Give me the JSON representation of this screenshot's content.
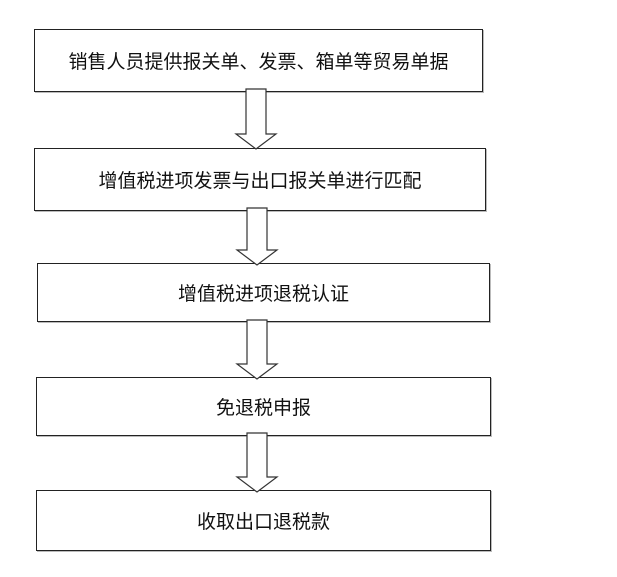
{
  "flowchart": {
    "steps": [
      {
        "label": "销售人员提供报关单、发票、箱单等贸易单据"
      },
      {
        "label": "增值税进项发票与出口报关单进行匹配"
      },
      {
        "label": "增值税进项退税认证"
      },
      {
        "label": "免退税申报"
      },
      {
        "label": "收取出口退税款"
      }
    ],
    "arrow_direction": "down",
    "colors": {
      "stroke": "#222222",
      "fill": "#ffffff"
    }
  }
}
